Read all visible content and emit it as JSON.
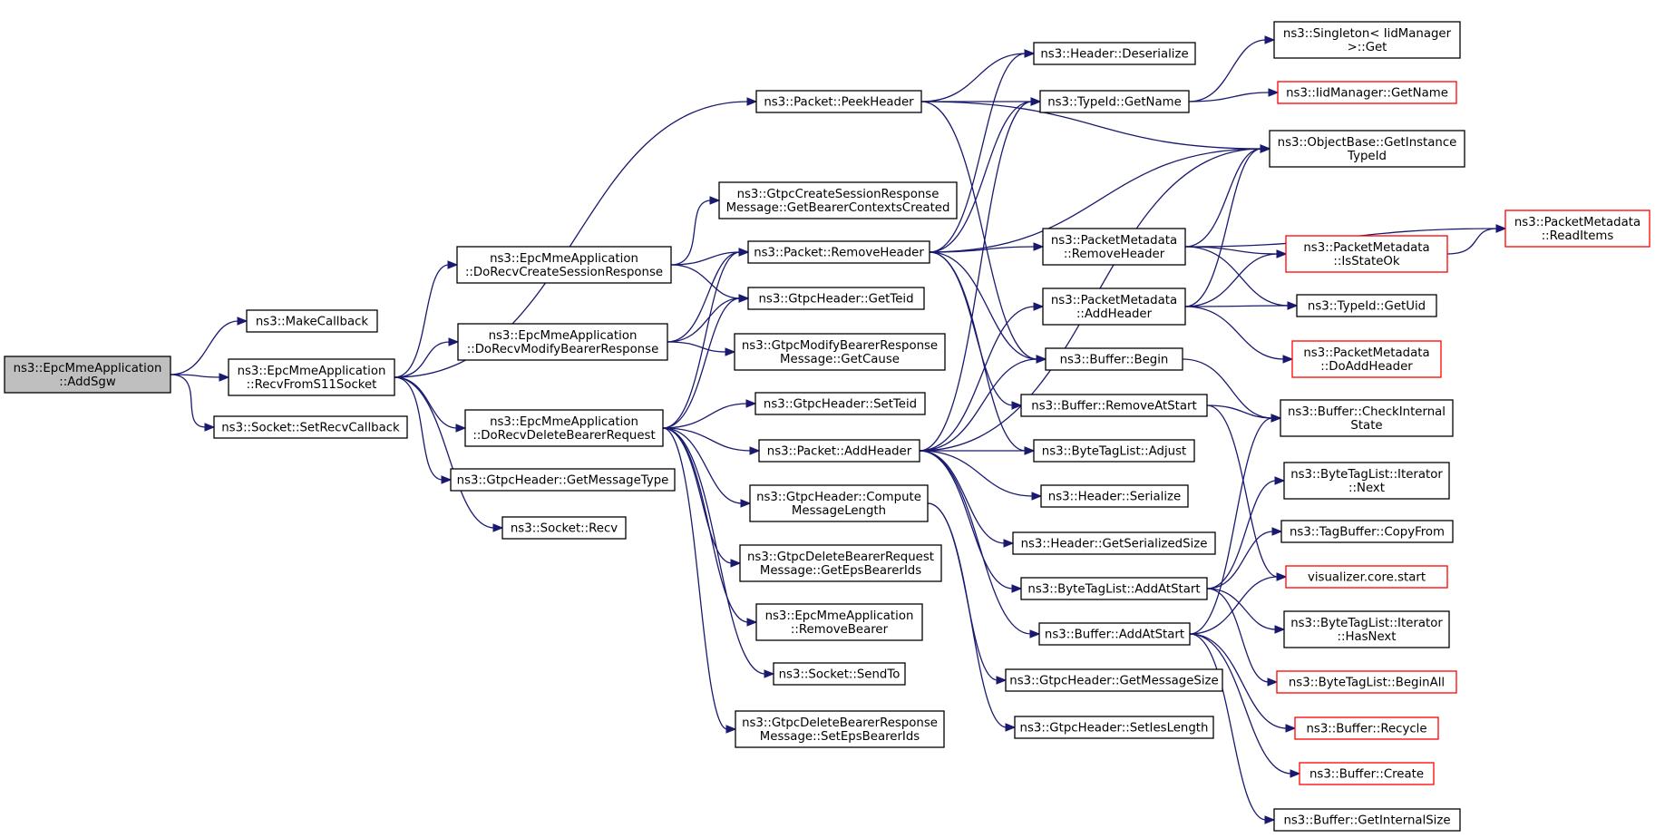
{
  "colors": {
    "edge": "#191970",
    "external_border": "#ff0000",
    "root_fill": "#bfbfbf",
    "node_border": "#000000"
  },
  "nodes": [
    {
      "id": "n0",
      "lines": [
        "ns3::EpcMmeApplication",
        "::AddSgw"
      ],
      "style": "root"
    },
    {
      "id": "n1",
      "lines": [
        "ns3::MakeCallback"
      ]
    },
    {
      "id": "n2",
      "lines": [
        "ns3::EpcMmeApplication",
        "::RecvFromS11Socket"
      ]
    },
    {
      "id": "n3",
      "lines": [
        "ns3::Socket::SetRecvCallback"
      ]
    },
    {
      "id": "n4",
      "lines": [
        "ns3::EpcMmeApplication",
        "::DoRecvCreateSessionResponse"
      ]
    },
    {
      "id": "n5",
      "lines": [
        "ns3::EpcMmeApplication",
        "::DoRecvModifyBearerResponse"
      ]
    },
    {
      "id": "n6",
      "lines": [
        "ns3::EpcMmeApplication",
        "::DoRecvDeleteBearerRequest"
      ]
    },
    {
      "id": "n7",
      "lines": [
        "ns3::GtpcHeader::GetMessageType"
      ]
    },
    {
      "id": "n8",
      "lines": [
        "ns3::Socket::Recv"
      ]
    },
    {
      "id": "n9",
      "lines": [
        "ns3::Packet::PeekHeader"
      ]
    },
    {
      "id": "n10",
      "lines": [
        "ns3::GtpcCreateSessionResponse",
        "Message::GetBearerContextsCreated"
      ]
    },
    {
      "id": "n11",
      "lines": [
        "ns3::Packet::RemoveHeader"
      ]
    },
    {
      "id": "n12",
      "lines": [
        "ns3::GtpcHeader::GetTeid"
      ]
    },
    {
      "id": "n13",
      "lines": [
        "ns3::GtpcModifyBearerResponse",
        "Message::GetCause"
      ]
    },
    {
      "id": "n14",
      "lines": [
        "ns3::GtpcHeader::SetTeid"
      ]
    },
    {
      "id": "n15",
      "lines": [
        "ns3::Packet::AddHeader"
      ]
    },
    {
      "id": "n16",
      "lines": [
        "ns3::GtpcHeader::Compute",
        "MessageLength"
      ]
    },
    {
      "id": "n17",
      "lines": [
        "ns3::GtpcDeleteBearerRequest",
        "Message::GetEpsBearerIds"
      ]
    },
    {
      "id": "n18",
      "lines": [
        "ns3::EpcMmeApplication",
        "::RemoveBearer"
      ]
    },
    {
      "id": "n19",
      "lines": [
        "ns3::Socket::SendTo"
      ]
    },
    {
      "id": "n20",
      "lines": [
        "ns3::GtpcDeleteBearerResponse",
        "Message::SetEpsBearerIds"
      ]
    },
    {
      "id": "n21",
      "lines": [
        "ns3::Header::Deserialize"
      ]
    },
    {
      "id": "n22",
      "lines": [
        "ns3::TypeId::GetName"
      ]
    },
    {
      "id": "n23",
      "lines": [
        "ns3::PacketMetadata",
        "::RemoveHeader"
      ]
    },
    {
      "id": "n24",
      "lines": [
        "ns3::PacketMetadata",
        "::AddHeader"
      ]
    },
    {
      "id": "n25",
      "lines": [
        "ns3::Buffer::Begin"
      ]
    },
    {
      "id": "n26",
      "lines": [
        "ns3::Buffer::RemoveAtStart"
      ]
    },
    {
      "id": "n27",
      "lines": [
        "ns3::ByteTagList::Adjust"
      ]
    },
    {
      "id": "n28",
      "lines": [
        "ns3::Header::Serialize"
      ]
    },
    {
      "id": "n29",
      "lines": [
        "ns3::Header::GetSerializedSize"
      ]
    },
    {
      "id": "n30",
      "lines": [
        "ns3::ByteTagList::AddAtStart"
      ]
    },
    {
      "id": "n31",
      "lines": [
        "ns3::Buffer::AddAtStart"
      ]
    },
    {
      "id": "n32",
      "lines": [
        "ns3::GtpcHeader::GetMessageSize"
      ]
    },
    {
      "id": "n33",
      "lines": [
        "ns3::GtpcHeader::SetIesLength"
      ]
    },
    {
      "id": "n34",
      "lines": [
        "ns3::Singleton< IidManager",
        " >::Get"
      ]
    },
    {
      "id": "n35",
      "lines": [
        "ns3::IidManager::GetName"
      ],
      "style": "ext"
    },
    {
      "id": "n36",
      "lines": [
        "ns3::ObjectBase::GetInstance",
        "TypeId"
      ]
    },
    {
      "id": "n37",
      "lines": [
        "ns3::PacketMetadata",
        "::IsStateOk"
      ],
      "style": "ext"
    },
    {
      "id": "n38",
      "lines": [
        "ns3::TypeId::GetUid"
      ]
    },
    {
      "id": "n39",
      "lines": [
        "ns3::PacketMetadata",
        "::DoAddHeader"
      ],
      "style": "ext"
    },
    {
      "id": "n40",
      "lines": [
        "ns3::Buffer::CheckInternal",
        "State"
      ]
    },
    {
      "id": "n41",
      "lines": [
        "ns3::ByteTagList::Iterator",
        "::Next"
      ]
    },
    {
      "id": "n42",
      "lines": [
        "ns3::TagBuffer::CopyFrom"
      ]
    },
    {
      "id": "n43",
      "lines": [
        "visualizer.core.start"
      ],
      "style": "ext"
    },
    {
      "id": "n44",
      "lines": [
        "ns3::ByteTagList::Iterator",
        "::HasNext"
      ]
    },
    {
      "id": "n45",
      "lines": [
        "ns3::ByteTagList::BeginAll"
      ],
      "style": "ext"
    },
    {
      "id": "n46",
      "lines": [
        "ns3::Buffer::Recycle"
      ],
      "style": "ext"
    },
    {
      "id": "n47",
      "lines": [
        "ns3::Buffer::Create"
      ],
      "style": "ext"
    },
    {
      "id": "n48",
      "lines": [
        "ns3::Buffer::GetInternalSize"
      ]
    },
    {
      "id": "n49",
      "lines": [
        "ns3::PacketMetadata",
        "::ReadItems"
      ],
      "style": "ext"
    }
  ],
  "edges": [
    [
      "n0",
      "n1"
    ],
    [
      "n0",
      "n2"
    ],
    [
      "n0",
      "n3"
    ],
    [
      "n2",
      "n4"
    ],
    [
      "n2",
      "n5"
    ],
    [
      "n2",
      "n6"
    ],
    [
      "n2",
      "n7"
    ],
    [
      "n2",
      "n8"
    ],
    [
      "n2",
      "n9"
    ],
    [
      "n4",
      "n10"
    ],
    [
      "n4",
      "n11"
    ],
    [
      "n4",
      "n12"
    ],
    [
      "n5",
      "n11"
    ],
    [
      "n5",
      "n12"
    ],
    [
      "n5",
      "n13"
    ],
    [
      "n6",
      "n14"
    ],
    [
      "n6",
      "n15"
    ],
    [
      "n6",
      "n16"
    ],
    [
      "n6",
      "n17"
    ],
    [
      "n6",
      "n18"
    ],
    [
      "n6",
      "n19"
    ],
    [
      "n6",
      "n20"
    ],
    [
      "n6",
      "n11"
    ],
    [
      "n6",
      "n12"
    ],
    [
      "n9",
      "n21"
    ],
    [
      "n9",
      "n22"
    ],
    [
      "n9",
      "n36"
    ],
    [
      "n9",
      "n25"
    ],
    [
      "n11",
      "n21"
    ],
    [
      "n11",
      "n22"
    ],
    [
      "n11",
      "n23"
    ],
    [
      "n11",
      "n25"
    ],
    [
      "n11",
      "n26"
    ],
    [
      "n11",
      "n27"
    ],
    [
      "n11",
      "n36"
    ],
    [
      "n15",
      "n24"
    ],
    [
      "n15",
      "n25"
    ],
    [
      "n15",
      "n27"
    ],
    [
      "n15",
      "n28"
    ],
    [
      "n15",
      "n29"
    ],
    [
      "n15",
      "n30"
    ],
    [
      "n15",
      "n31"
    ],
    [
      "n15",
      "n22"
    ],
    [
      "n15",
      "n36"
    ],
    [
      "n16",
      "n32"
    ],
    [
      "n16",
      "n33"
    ],
    [
      "n22",
      "n34"
    ],
    [
      "n22",
      "n35"
    ],
    [
      "n23",
      "n36"
    ],
    [
      "n23",
      "n37"
    ],
    [
      "n23",
      "n38"
    ],
    [
      "n23",
      "n49"
    ],
    [
      "n24",
      "n36"
    ],
    [
      "n24",
      "n37"
    ],
    [
      "n24",
      "n38"
    ],
    [
      "n24",
      "n39"
    ],
    [
      "n37",
      "n49"
    ],
    [
      "n25",
      "n40"
    ],
    [
      "n26",
      "n40"
    ],
    [
      "n26",
      "n43"
    ],
    [
      "n30",
      "n41"
    ],
    [
      "n30",
      "n42"
    ],
    [
      "n30",
      "n44"
    ],
    [
      "n30",
      "n45"
    ],
    [
      "n31",
      "n40"
    ],
    [
      "n31",
      "n43"
    ],
    [
      "n31",
      "n46"
    ],
    [
      "n31",
      "n47"
    ],
    [
      "n31",
      "n48"
    ]
  ]
}
